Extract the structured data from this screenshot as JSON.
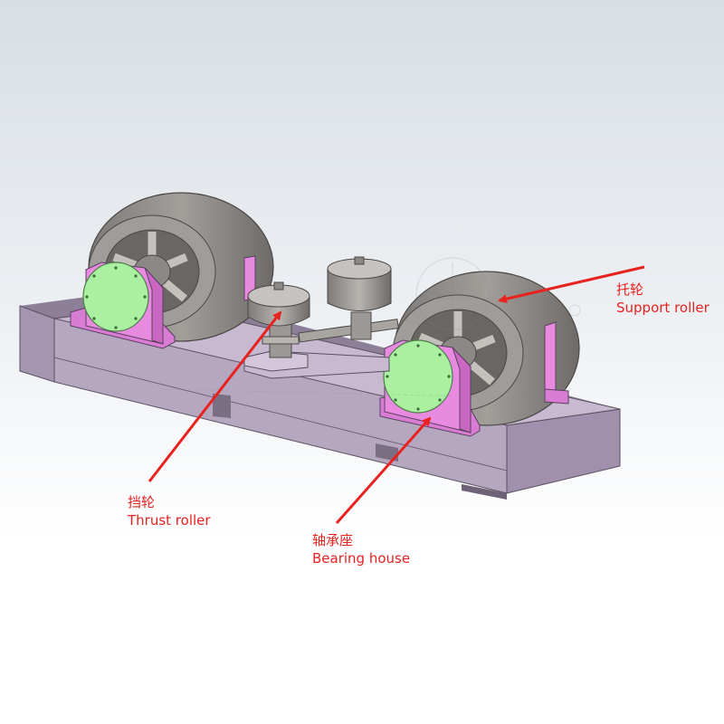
{
  "callouts": {
    "support_roller": {
      "zh": "托轮",
      "en": "Support roller"
    },
    "thrust_roller": {
      "zh": "挡轮",
      "en": "Thrust roller"
    },
    "bearing_house": {
      "zh": "轴承座",
      "en": "Bearing house"
    }
  },
  "colors": {
    "label_red": "#e8221f",
    "frame_purple": "#9a8aa6",
    "bearing_magenta": "#e88ae0",
    "bearing_cap_green": "#a9f0a0",
    "wheel_grey": "#8f8b88",
    "background_top": "#dfe5ea"
  }
}
